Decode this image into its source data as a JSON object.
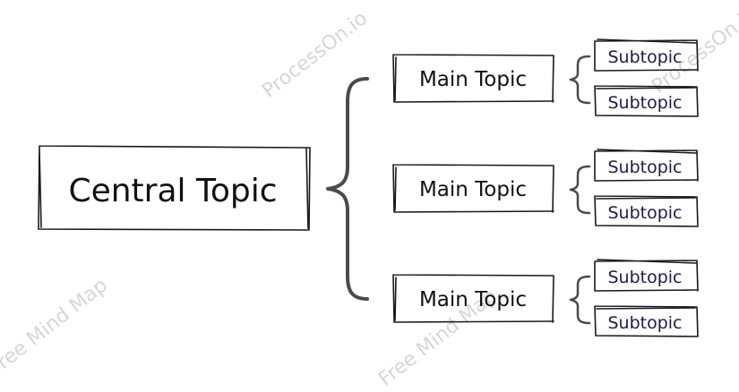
{
  "diagram": {
    "central_topic": "Central Topic",
    "main_topics": [
      {
        "label": "Main Topic",
        "subtopics": [
          "Subtopic",
          "Subtopic"
        ]
      },
      {
        "label": "Main Topic",
        "subtopics": [
          "Subtopic",
          "Subtopic"
        ]
      },
      {
        "label": "Main Topic",
        "subtopics": [
          "Subtopic",
          "Subtopic"
        ]
      }
    ]
  },
  "watermarks": [
    "ProcessOn.io",
    "ProcessOn.io",
    "Free Mind Map",
    "Free Mind Map"
  ],
  "colors": {
    "stroke": "#1a1a1a",
    "brace": "#4a4a4a",
    "subtopic_text": "#1f1a4d",
    "watermark": "#d6d6d6"
  }
}
